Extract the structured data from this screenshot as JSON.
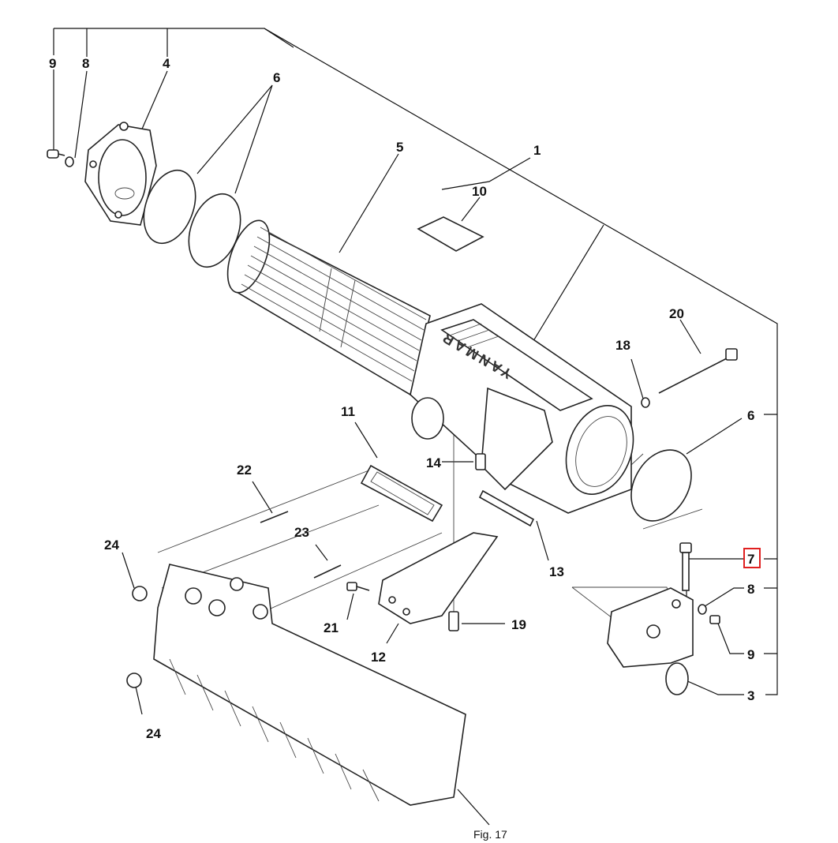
{
  "brand_text": "YANMAR",
  "figure_label": "Fig. 17",
  "highlight_color": "#e02020",
  "callouts": {
    "c1": "1",
    "c3": "3",
    "c4": "4",
    "c5": "5",
    "c6a": "6",
    "c6b": "6",
    "c7": "7",
    "c8a": "8",
    "c8b": "8",
    "c9a": "9",
    "c9b": "9",
    "c10": "10",
    "c11": "11",
    "c12": "12",
    "c13": "13",
    "c14": "14",
    "c18": "18",
    "c19": "19",
    "c20": "20",
    "c21": "21",
    "c22": "22",
    "c23": "23",
    "c24a": "24",
    "c24b": "24"
  }
}
